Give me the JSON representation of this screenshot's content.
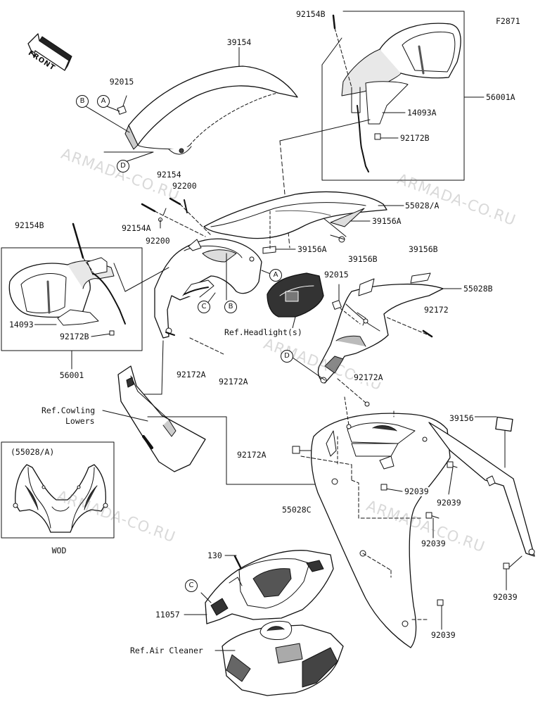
{
  "figure_code": "F2871",
  "front_label": "FRONT",
  "watermark": "ARMADA-CO.RU",
  "inset_label": "(55028/A)",
  "inset_caption": "WOD",
  "refs": {
    "headlight": "Ref.Headlight(s)",
    "cowling_lowers_1": "Ref.Cowling",
    "cowling_lowers_2": "Lowers",
    "air_cleaner": "Ref.Air Cleaner"
  },
  "callouts": [
    "A",
    "B",
    "C",
    "D"
  ],
  "parts": {
    "p39154": "39154",
    "p92015_a": "92015",
    "p92154b_top": "92154B",
    "p56001a": "56001A",
    "p14093a": "14093A",
    "p92172b_right": "92172B",
    "p55028a": "55028/A",
    "p39156a_1": "39156A",
    "p39156a_2": "39156A",
    "p92154": "92154",
    "p92200_1": "92200",
    "p92200_2": "92200",
    "p92154a": "92154A",
    "p92154b_left": "92154B",
    "p14093": "14093",
    "p92172b_left": "92172B",
    "p56001": "56001",
    "p39156b_1": "39156B",
    "p39156b_2": "39156B",
    "p55028b": "55028B",
    "p92015_b": "92015",
    "p92172": "92172",
    "p92172a_1": "92172A",
    "p92172a_2": "92172A",
    "p92172a_3": "92172A",
    "p92172a_4": "92172A",
    "p39156": "39156",
    "p55028c": "55028C",
    "p92039_1": "92039",
    "p92039_2": "92039",
    "p92039_3": "92039",
    "p92039_4": "92039",
    "p92039_5": "92039",
    "p130": "130",
    "p11057": "11057"
  }
}
